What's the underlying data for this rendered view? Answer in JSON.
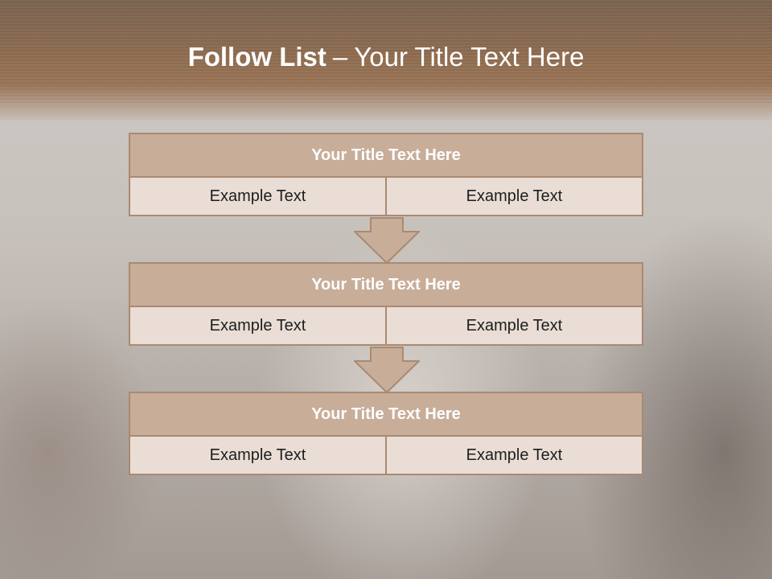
{
  "slide": {
    "title_bold": "Follow List",
    "title_separator": "–",
    "title_rest": "Your Title Text Here"
  },
  "steps": [
    {
      "title": "Your Title Text Here",
      "left": "Example Text",
      "right": "Example Text"
    },
    {
      "title": "Your Title Text Here",
      "left": "Example Text",
      "right": "Example Text"
    },
    {
      "title": "Your Title Text Here",
      "left": "Example Text",
      "right": "Example Text"
    }
  ],
  "colors": {
    "header_brown": "#8e6c50",
    "box_title_fill": "#c8ad99",
    "box_cell_fill": "#e9ddd6",
    "box_border": "#a98a72"
  }
}
